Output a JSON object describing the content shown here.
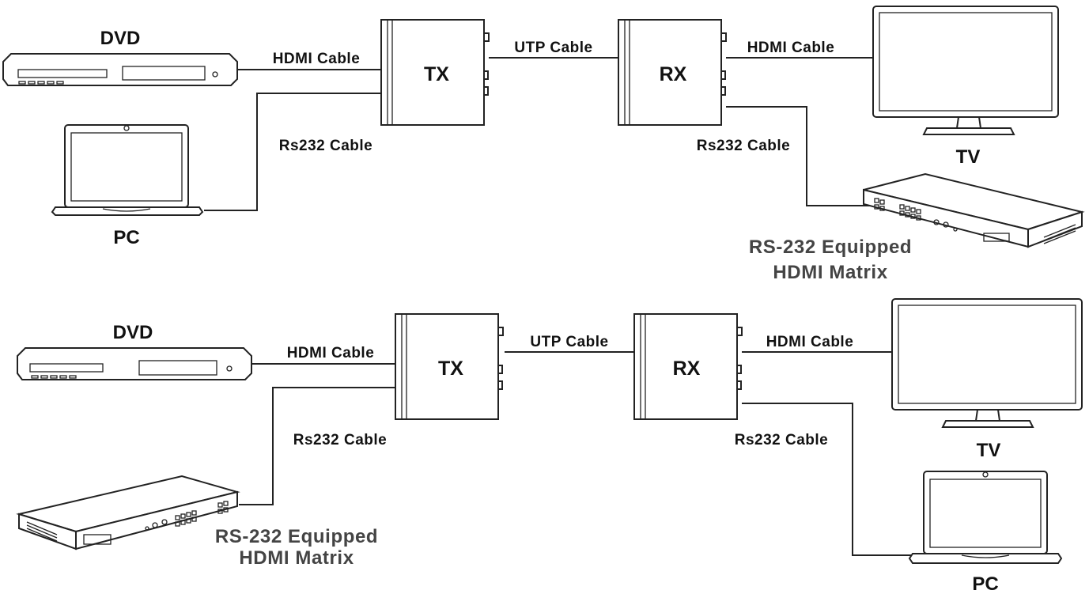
{
  "top": {
    "dvd_label": "DVD",
    "pc_label": "PC",
    "tv_label": "TV",
    "tx_label": "TX",
    "rx_label": "RX",
    "hdmi_cable_left": "HDMI Cable",
    "hdmi_cable_right": "HDMI Cable",
    "utp_cable": "UTP Cable",
    "rs232_left": "Rs232 Cable",
    "rs232_right": "Rs232 Cable",
    "matrix_line1": "RS-232 Equipped",
    "matrix_line2": "HDMI Matrix"
  },
  "bottom": {
    "dvd_label": "DVD",
    "pc_label": "PC",
    "tv_label": "TV",
    "tx_label": "TX",
    "rx_label": "RX",
    "hdmi_cable_left": "HDMI Cable",
    "hdmi_cable_right": "HDMI Cable",
    "utp_cable": "UTP Cable",
    "rs232_left": "Rs232 Cable",
    "rs232_right": "Rs232 Cable",
    "matrix_line1": "RS-232 Equipped",
    "matrix_line2": "HDMI Matrix"
  }
}
